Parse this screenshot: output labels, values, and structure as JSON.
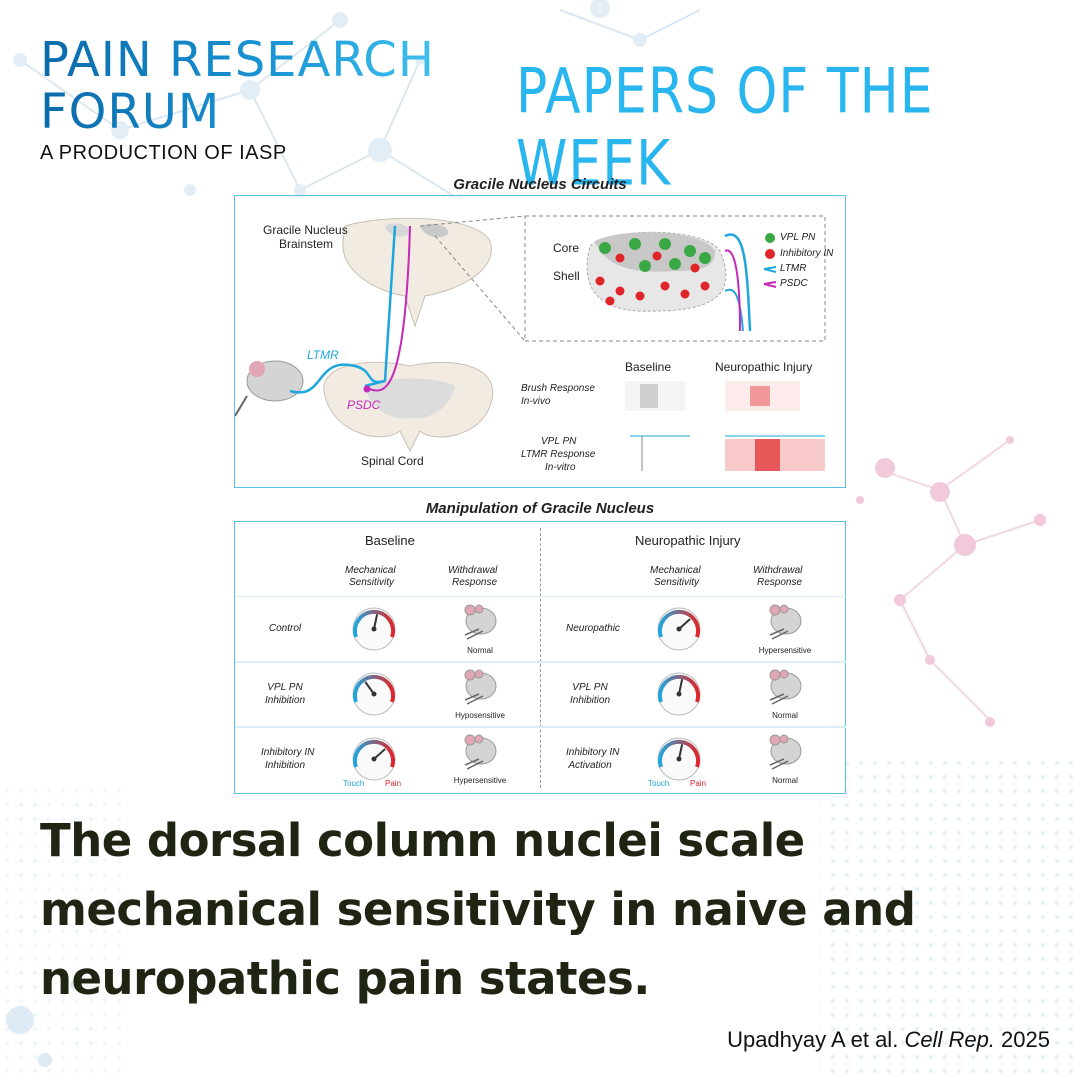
{
  "header": {
    "brand_line1": "PAIN RESEARCH",
    "brand_line2": "FORUM",
    "brand_sub": "A PRODUCTION OF IASP",
    "series_title": "PAPERS OF THE WEEK"
  },
  "figure": {
    "circuits": {
      "title": "Gracile Nucleus Circuits",
      "gracile_label_1": "Gracile Nucleus",
      "gracile_label_2": "Brainstem",
      "spinal_cord": "Spinal Cord",
      "ltmr": "LTMR",
      "psdc": "PSDC",
      "core": "Core",
      "shell": "Shell",
      "legend": [
        {
          "label": "VPL PN",
          "color": "#3aa845"
        },
        {
          "label": "Inhibitory IN",
          "color": "#e0252a"
        },
        {
          "label": "LTMR",
          "color": "#1ea7dd"
        },
        {
          "label": "PSDC",
          "color": "#c429b8"
        }
      ],
      "raster_cols": [
        "Baseline",
        "Neuropathic Injury"
      ],
      "raster_row1": [
        "Brush Response",
        "In-vivo"
      ],
      "raster_row2": [
        "VPL PN",
        "LTMR Response",
        "In-vitro"
      ]
    },
    "manipulation": {
      "title": "Manipulation of Gracile Nucleus",
      "baseline": {
        "heading": "Baseline",
        "col1": [
          "Mechanical",
          "Sensitivity"
        ],
        "col2": [
          "Withdrawal",
          "Response"
        ],
        "rows": [
          {
            "label": [
              "Control"
            ],
            "response": "Normal",
            "needle": 0.55
          },
          {
            "label": [
              "VPL PN",
              "Inhibition"
            ],
            "response": "Hyposensitive",
            "needle": 0.35
          },
          {
            "label": [
              "Inhibitory IN",
              "Inhibition"
            ],
            "response": "Hypersensitive",
            "needle": 0.7
          }
        ]
      },
      "injury": {
        "heading": "Neuropathic Injury",
        "col1": [
          "Mechanical",
          "Sensitivity"
        ],
        "col2": [
          "Withdrawal",
          "Response"
        ],
        "rows": [
          {
            "label": [
              "Neuropathic"
            ],
            "response": "Hypersensitive",
            "needle": 0.7
          },
          {
            "label": [
              "VPL PN",
              "Inhibition"
            ],
            "response": "Normal",
            "needle": 0.55
          },
          {
            "label": [
              "Inhibitory IN",
              "Activation"
            ],
            "response": "Normal",
            "needle": 0.55
          }
        ]
      },
      "touch": "Touch",
      "pain": "Pain"
    }
  },
  "headline": "The dorsal column nuclei scale mechanical sensitivity in naive and neuropathic pain states.",
  "citation": {
    "authors": "Upadhyay A et al.",
    "journal": "Cell Rep.",
    "year": "2025"
  }
}
